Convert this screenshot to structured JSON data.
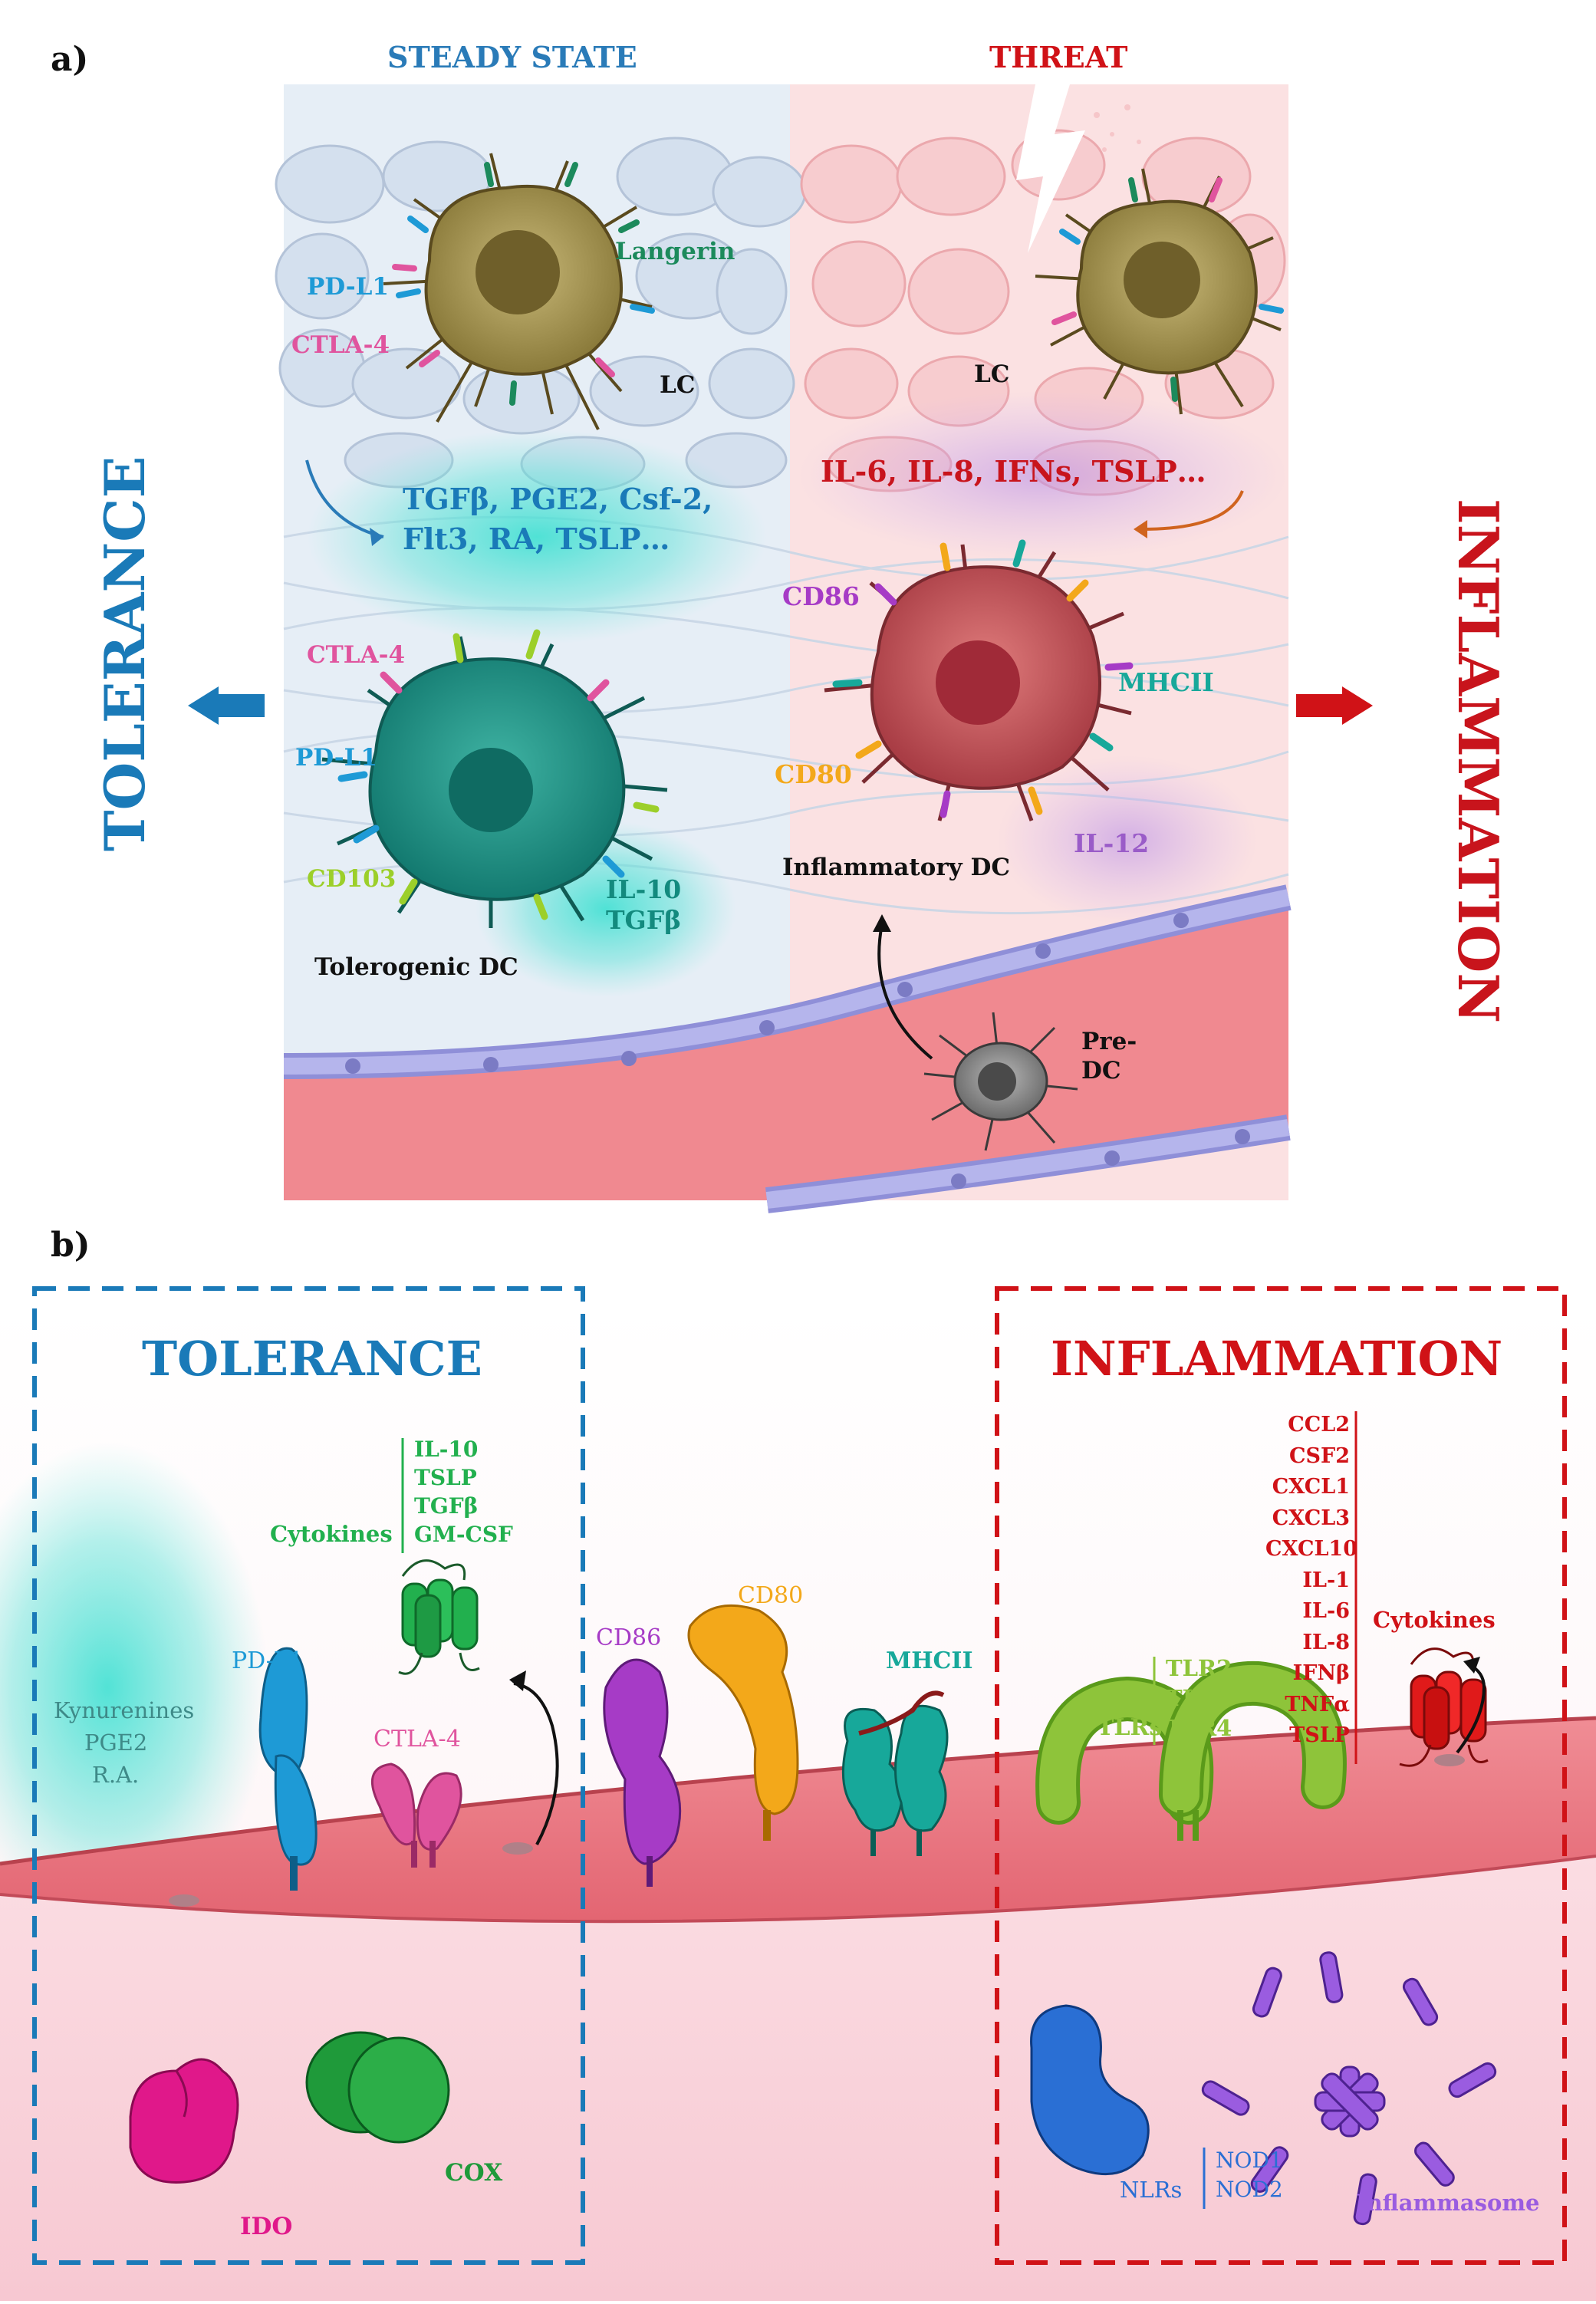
{
  "panel_a": {
    "label": "a)",
    "steady_state": "STEADY STATE",
    "threat": "THREAT",
    "side_left": "TOLERANCE",
    "side_right": "INFLAMMATION",
    "lc_left": {
      "name": "LC",
      "markers": [
        "Langerin",
        "PD-L1",
        "CTLA-4"
      ]
    },
    "lc_right": {
      "name": "LC"
    },
    "tolerogenic_signals": [
      "TGFβ, PGE2, Csf-2,",
      "Flt3, RA, TSLP…"
    ],
    "inflammatory_signals": "IL-6, IL-8, IFNs, TSLP…",
    "tolerogenic_dc": {
      "name": "Tolerogenic DC",
      "markers": [
        "CTLA-4",
        "PD-L1",
        "CD103"
      ],
      "secreted": [
        "IL-10",
        "TGFβ"
      ]
    },
    "inflammatory_dc": {
      "name": "Inflammatory DC",
      "markers": [
        "CD86",
        "MHCII",
        "CD80"
      ],
      "secreted": [
        "IL-12"
      ]
    },
    "pre_dc": [
      "Pre-",
      "DC"
    ]
  },
  "panel_b": {
    "label": "b)",
    "tolerance": {
      "title": "TOLERANCE",
      "metabolites": [
        "Kynurenines",
        "PGE2",
        "R.A."
      ],
      "cytokines_label": "Cytokines",
      "cytokines": [
        "IL-10",
        "TSLP",
        "TGFβ",
        "GM-CSF"
      ],
      "receptors": [
        "PD-L1",
        "CTLA-4"
      ],
      "enzymes": [
        "IDO",
        "COX"
      ]
    },
    "shared": {
      "receptors": [
        "CD86",
        "CD80",
        "MHCII"
      ]
    },
    "inflammation": {
      "title": "INFLAMMATION",
      "cytokines_label": "Cytokines",
      "cytokines": [
        "CCL2",
        "CSF2",
        "CXCL1",
        "CXCL3",
        "CXCL10",
        "IL-1",
        "IL-6",
        "IL-8",
        "IFNβ",
        "TNFα",
        "TSLP"
      ],
      "tlrs_label": "TLRs",
      "tlrs": [
        "TLR2",
        "TLR3",
        "TLR4"
      ],
      "nlrs_label": "NLRs",
      "nlrs": [
        "NOD1",
        "NOD2"
      ],
      "inflammasome": "Inflammasome"
    }
  },
  "colors": {
    "tolerance_blue": "#1a7ab8",
    "inflammation_red": "#d01217",
    "pdl1": "#1e9ad6",
    "ctla4": "#e0549e",
    "langerin": "#1c8a5c",
    "cd103": "#9ccf2a",
    "mhcii": "#17a89a",
    "cd86": "#a63bc6",
    "cd80": "#f3a81a",
    "il12": "#9a5cc8",
    "cytokine_green": "#22b04e",
    "tlr_green": "#8ec43a",
    "ido": "#e0188a",
    "cox": "#1f9a3a",
    "nlr": "#2a6fd4",
    "inflammasome": "#9a5ce0"
  },
  "icons": [
    "lc-cell",
    "tolerogenic-dc-cell",
    "inflammatory-dc-cell",
    "pre-dc-cell",
    "blood-vessel",
    "lightning-bolt",
    "arrow-left",
    "arrow-right",
    "membrane"
  ]
}
